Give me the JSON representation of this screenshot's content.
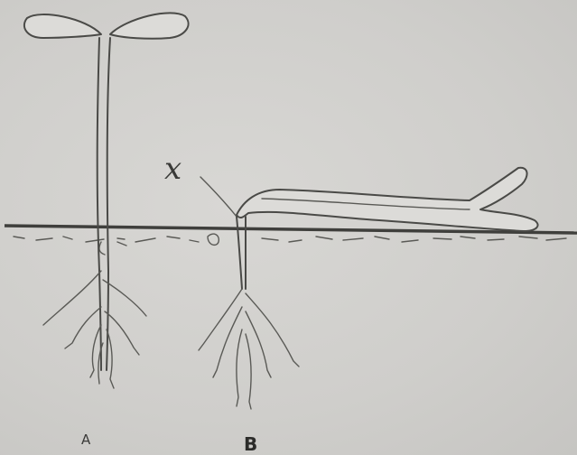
{
  "labels": {
    "seedling_a": "A",
    "seedling_b": "B",
    "marker_x": "x"
  },
  "colors": {
    "paper": "#d2d1ce",
    "ink": "#4a4a47"
  }
}
